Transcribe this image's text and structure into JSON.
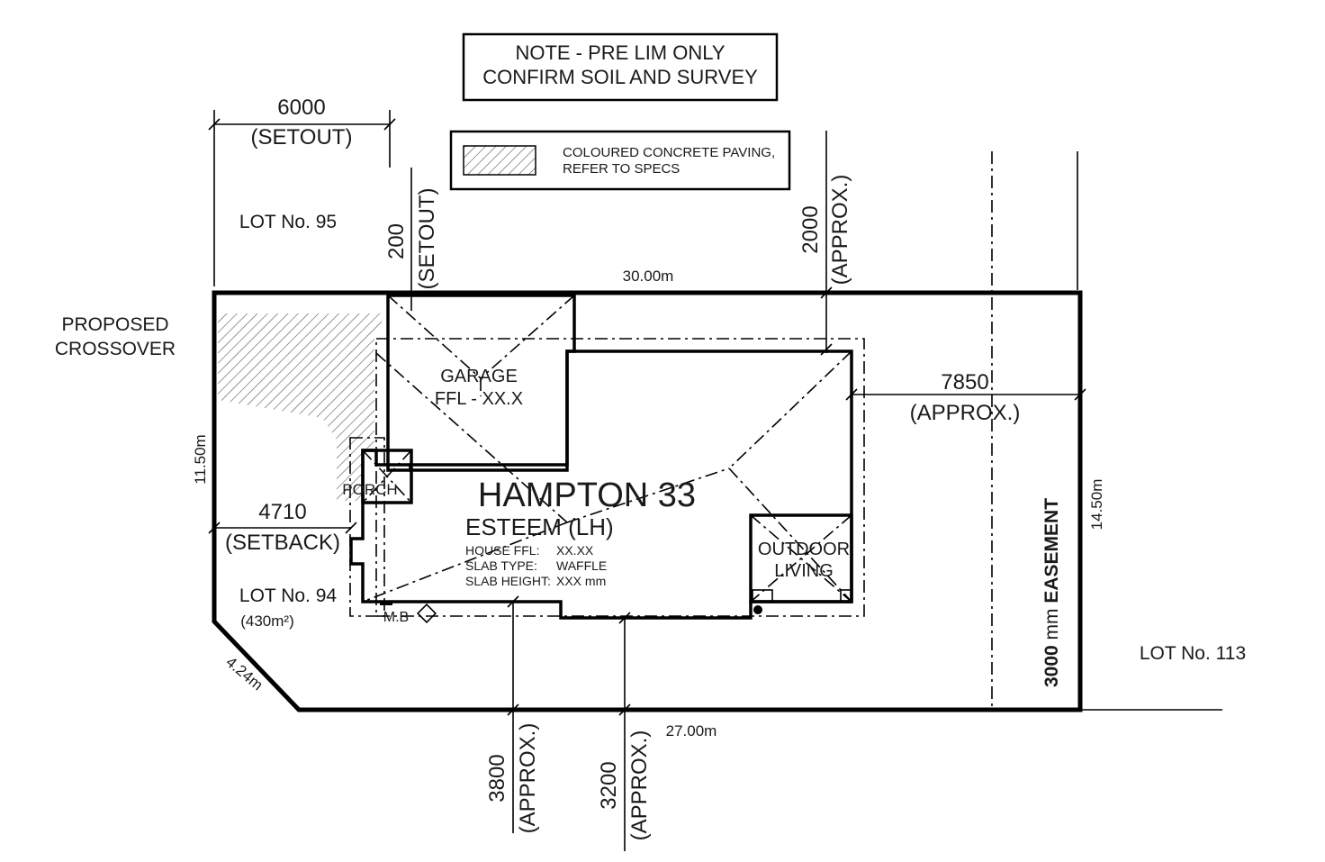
{
  "note": {
    "line1": "NOTE - PRE LIM ONLY",
    "line2": "CONFIRM SOIL AND SURVEY"
  },
  "legend": {
    "line1": "COLOURED CONCRETE PAVING,",
    "line2": "REFER TO SPECS"
  },
  "dimensions": {
    "setout_6000_value": "6000",
    "setout_6000_label": "(SETOUT)",
    "setout_200_value": "200",
    "setout_200_label": "(SETOUT)",
    "approx_2000_value": "2000",
    "approx_2000_label": "(APPROX.)",
    "approx_7850_value": "7850",
    "approx_7850_label": "(APPROX.)",
    "setback_4710_value": "4710",
    "setback_4710_label": "(SETBACK)",
    "approx_3800_value": "3800",
    "approx_3800_label": "(APPROX.)",
    "approx_3200_value": "3200",
    "approx_3200_label": "(APPROX.)",
    "top_boundary": "30.00m",
    "bottom_boundary": "27.00m",
    "left_boundary": "11.50m",
    "right_boundary": "14.50m",
    "corner_boundary": "4.24m"
  },
  "lots": {
    "lot95": "LOT No. 95",
    "lot94": "LOT No. 94",
    "lot94_area": "(430m²)",
    "lot113": "LOT No. 113"
  },
  "crossover": {
    "line1": "PROPOSED",
    "line2": "CROSSOVER"
  },
  "rooms": {
    "garage_line1": "GARAGE",
    "garage_line2": "FFL - XX.X",
    "porch": "PORCH",
    "outdoor_line1": "OUTDOOR",
    "outdoor_line2": "LIVING",
    "meter_box": "M.B"
  },
  "house": {
    "name": "HAMPTON 33",
    "facade": "ESTEEM (LH)",
    "info": [
      {
        "label": "HOUSE FFL:",
        "value": "XX.XX"
      },
      {
        "label": "SLAB TYPE:",
        "value": "WAFFLE"
      },
      {
        "label": "SLAB HEIGHT:",
        "value": "XXX mm"
      }
    ]
  },
  "easement": {
    "amount": "3000",
    "unit": " mm ",
    "label": "EASEMENT"
  }
}
